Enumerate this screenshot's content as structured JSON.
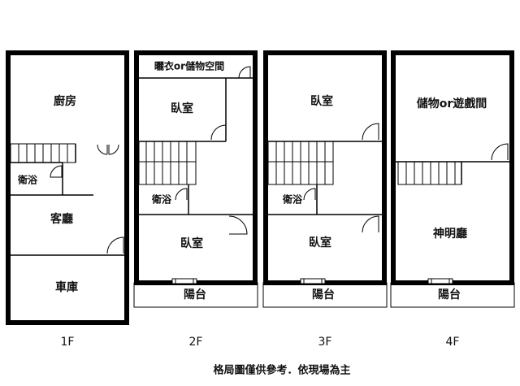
{
  "floors": [
    {
      "label": "1F",
      "rooms": {
        "kitchen": "廚房",
        "bath": "衛浴",
        "living": "客廳",
        "garage": "車庫"
      }
    },
    {
      "label": "2F",
      "rooms": {
        "drying": "曬衣or儲物空間",
        "bedroom_back": "臥室",
        "bath": "衛浴",
        "bedroom_front": "臥室",
        "balcony": "陽台"
      }
    },
    {
      "label": "3F",
      "rooms": {
        "bedroom_back": "臥室",
        "bath": "衛浴",
        "bedroom_front": "臥室",
        "balcony": "陽台"
      }
    },
    {
      "label": "4F",
      "rooms": {
        "storage": "儲物or遊戲間",
        "shrine": "神明廳",
        "balcony": "陽台"
      }
    }
  ],
  "footer_note": "格局圖僅供參考．依現場為主"
}
